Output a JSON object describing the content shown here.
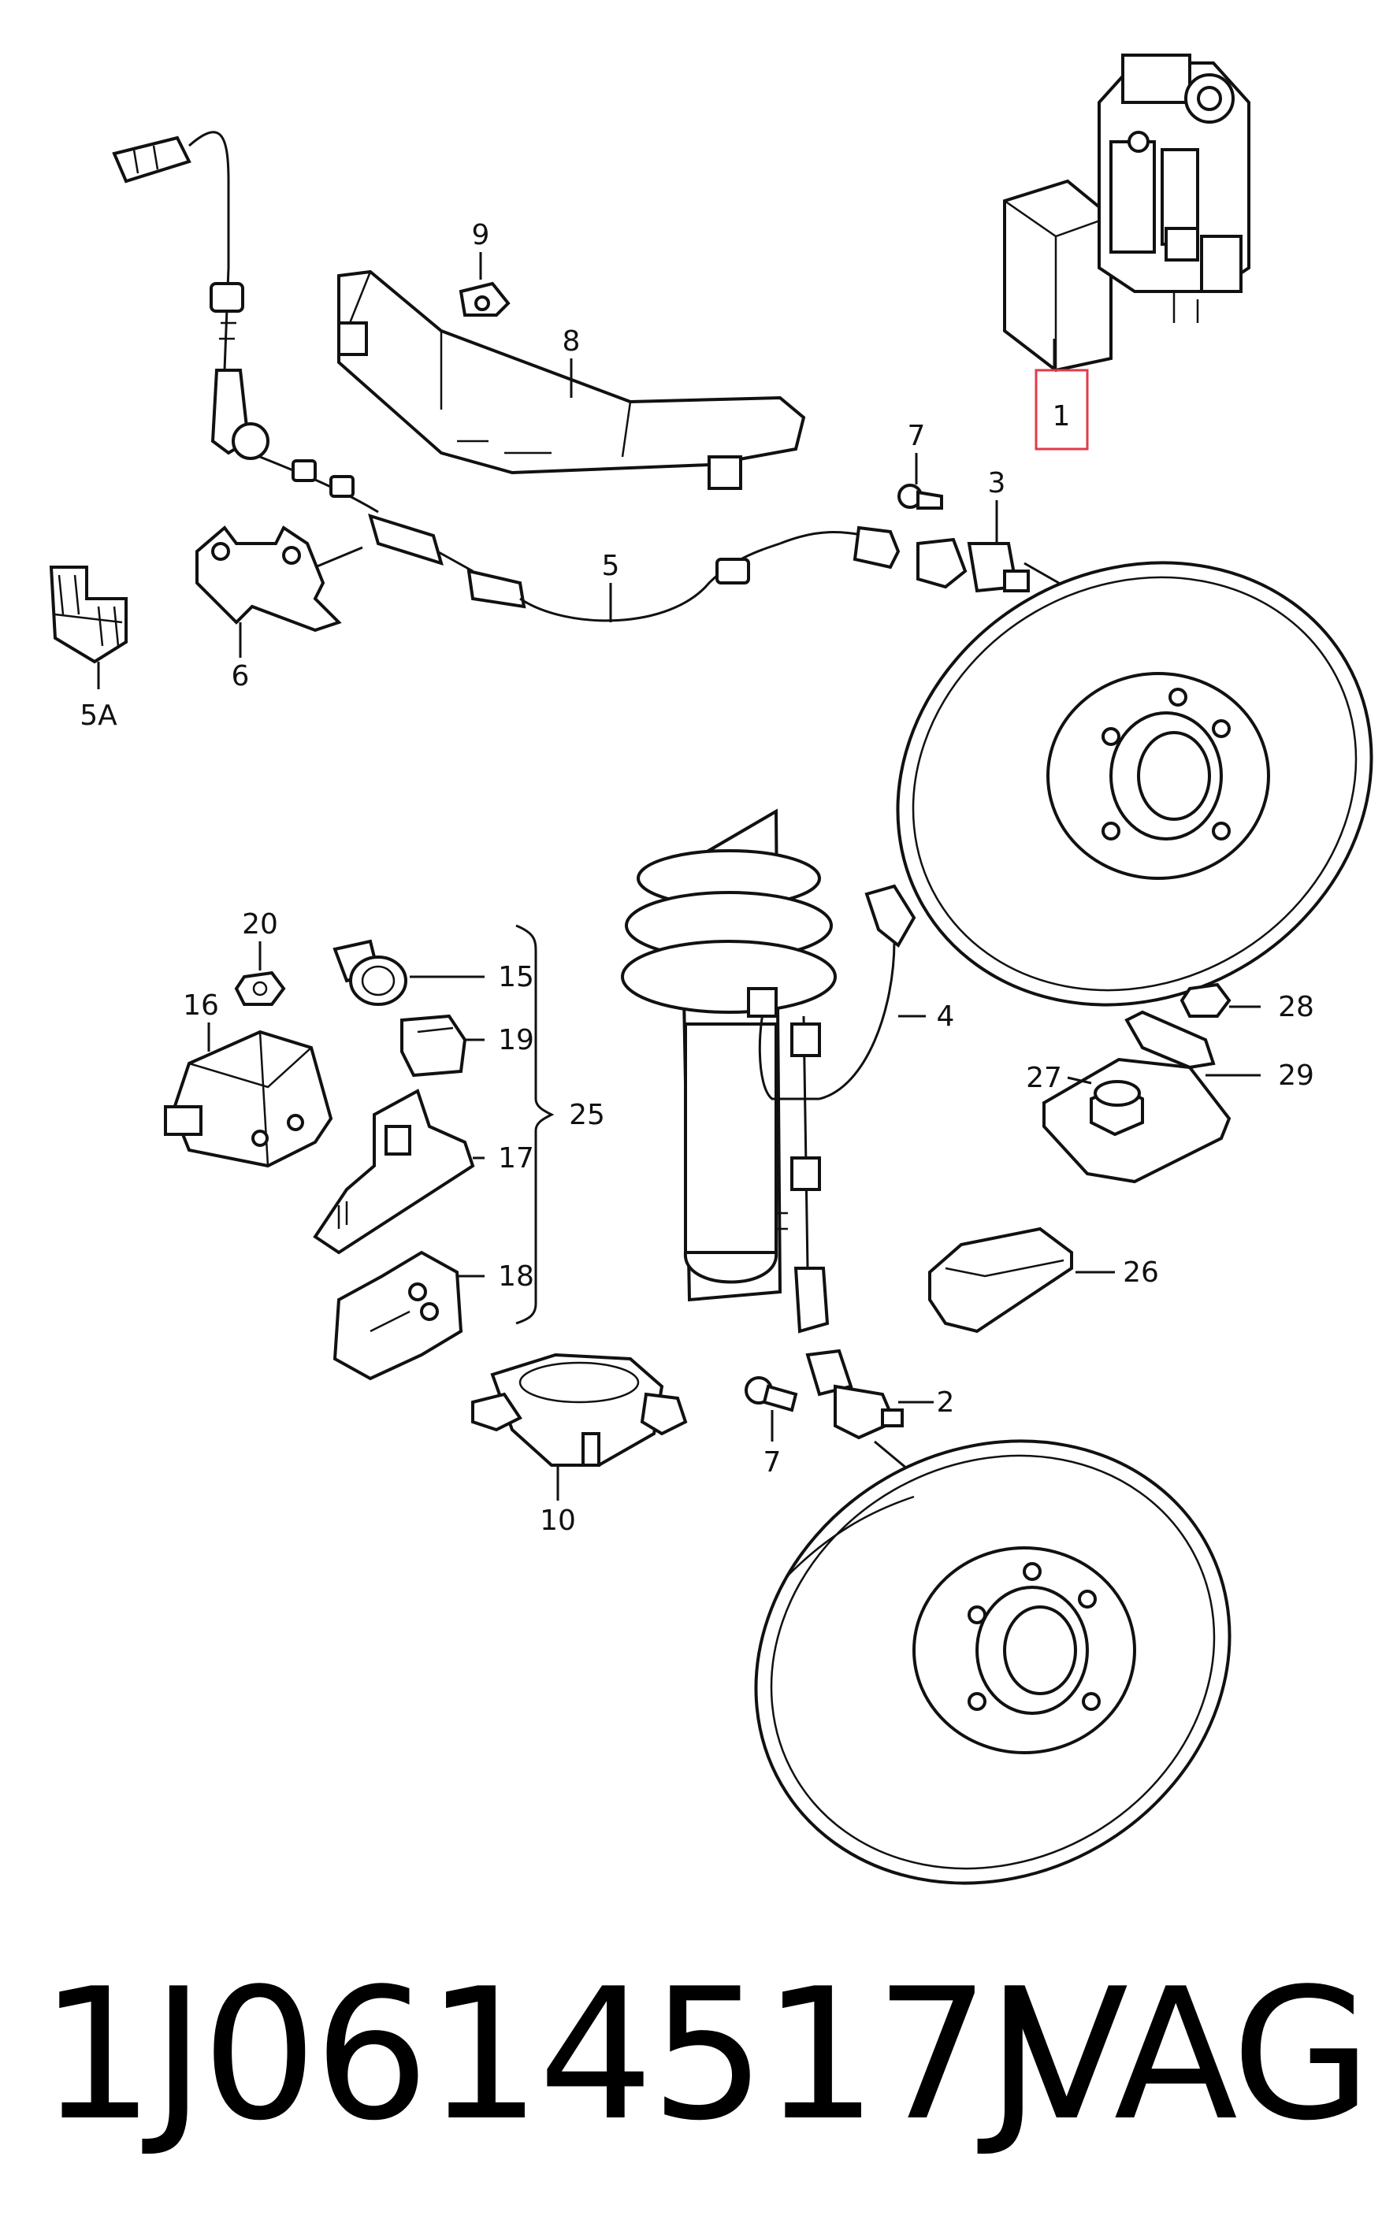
{
  "callouts": {
    "c1": "1",
    "c2": "2",
    "c3": "3",
    "c4": "4",
    "c5": "5",
    "c5a": "5A",
    "c6": "6",
    "c7a": "7",
    "c7b": "7",
    "c8": "8",
    "c9": "9",
    "c10": "10",
    "c15": "15",
    "c16": "16",
    "c17": "17",
    "c18": "18",
    "c19": "19",
    "c20": "20",
    "c25": "25",
    "c26": "26",
    "c27": "27",
    "c28": "28",
    "c29": "29"
  },
  "highlight_color": "#e23a4a",
  "footer": {
    "part_number": "1J0614517J",
    "brand": "VAG"
  }
}
